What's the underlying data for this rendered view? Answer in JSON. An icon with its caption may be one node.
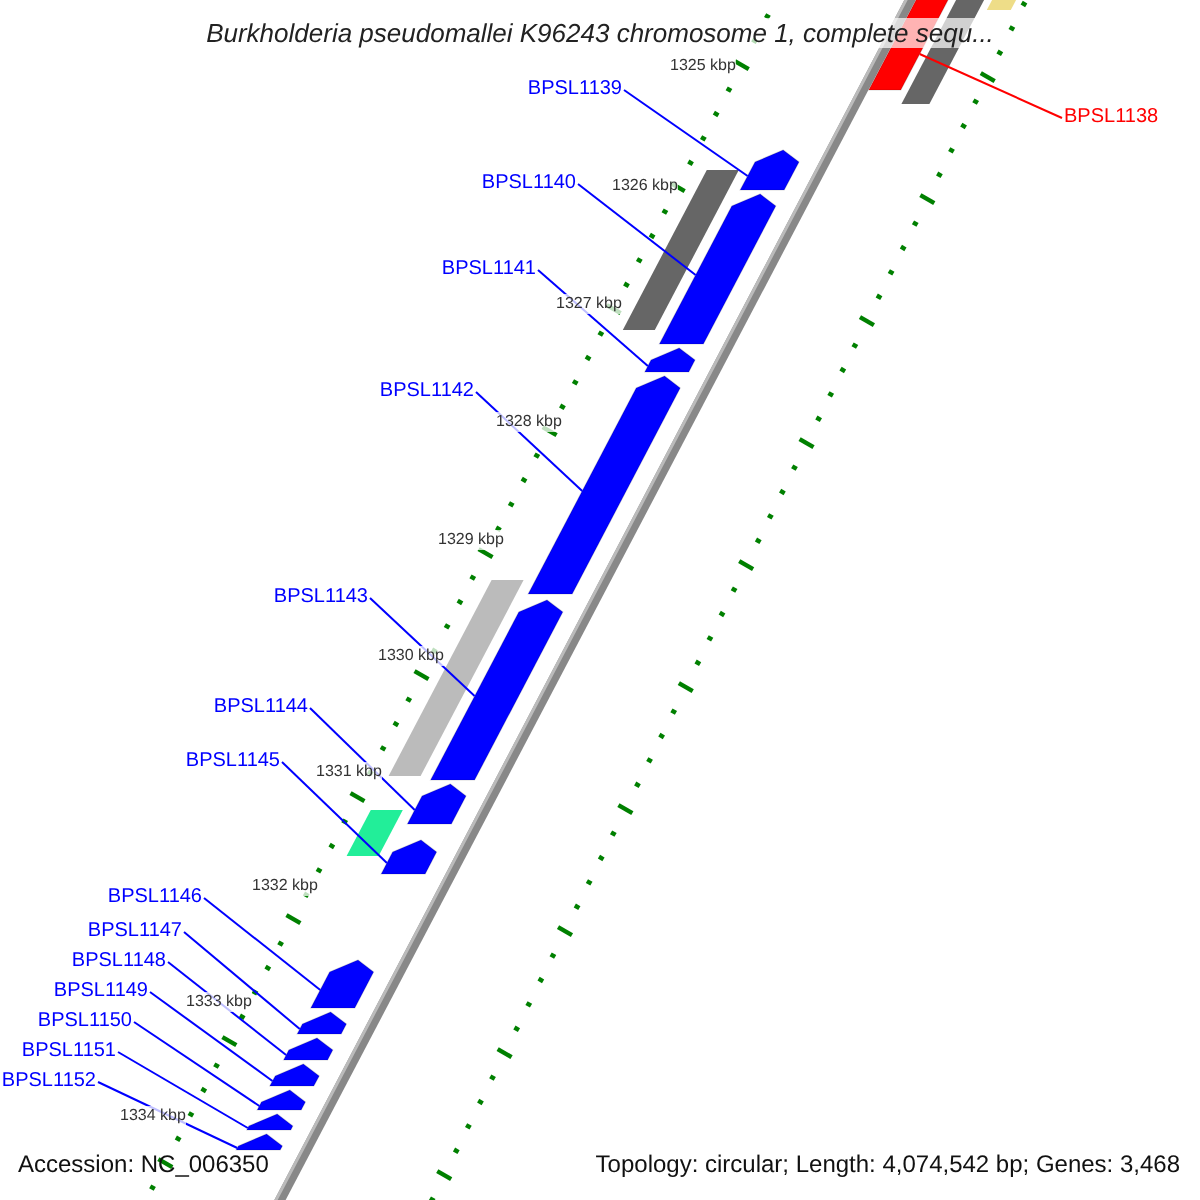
{
  "diagram": {
    "title": "Burkholderia pseudomallei K96243 chromosome 1, complete sequ...",
    "nodes": [
      {
        "text": [
          "BPSL1139"
        ]
      },
      {
        "text": [
          "BPSL1138"
        ]
      },
      {
        "text": [
          "BPSL1140"
        ]
      },
      {
        "text": [
          "BPSL1141"
        ]
      },
      {
        "text": [
          "BPSL1142"
        ]
      },
      {
        "text": [
          "BPSL1143"
        ]
      },
      {
        "text": [
          "BPSL1144"
        ]
      },
      {
        "text": [
          "BPSL1145"
        ]
      },
      {
        "text": [
          "BPSL1146"
        ]
      },
      {
        "text": [
          "BPSL1147"
        ]
      },
      {
        "text": [
          "BPSL1148"
        ]
      },
      {
        "text": [
          "BPSL1149"
        ]
      },
      {
        "text": [
          "BPSL1150"
        ]
      },
      {
        "text": [
          "BPSL1151"
        ]
      },
      {
        "text": [
          "BPSL1152"
        ]
      },
      {
        "text": [],
        "shape": "bar"
      },
      {
        "text": [],
        "shape": "bar"
      },
      {
        "text": [],
        "shape": "bar"
      },
      {
        "text": [],
        "shape": "bar"
      },
      {
        "text": [],
        "shape": "bar"
      },
      {
        "text": [],
        "shape": "bar"
      },
      {
        "text": [],
        "shape": "bar"
      },
      {
        "text": [],
        "shape": "bar"
      },
      {
        "text": [],
        "shape": "bar"
      },
      {
        "text": [],
        "shape": "bar"
      },
      {
        "text": [],
        "shape": "bar"
      },
      {
        "text": [],
        "shape": "bar"
      },
      {
        "text": [],
        "shape": "bar"
      },
      {
        "text": [],
        "shape": "bar"
      },
      {
        "text": [],
        "shape": "bar"
      }
    ],
    "edges": [
      {
        "from": 0,
        "to": 16,
        "arrow": "none"
      },
      {
        "from": 1,
        "to": 15,
        "arrow": "none",
        "color": "#ff0000"
      },
      {
        "from": 2,
        "to": 17,
        "arrow": "none"
      },
      {
        "from": 3,
        "to": 18,
        "arrow": "none"
      },
      {
        "from": 4,
        "to": 19,
        "arrow": "none"
      },
      {
        "from": 5,
        "to": 20,
        "arrow": "none"
      },
      {
        "from": 6,
        "to": 21,
        "arrow": "none"
      },
      {
        "from": 7,
        "to": 22,
        "arrow": "none"
      },
      {
        "from": 8,
        "to": 23,
        "arrow": "none"
      },
      {
        "from": 9,
        "to": 24,
        "arrow": "none"
      },
      {
        "from": 10,
        "to": 25,
        "arrow": "none"
      },
      {
        "from": 11,
        "to": 26,
        "arrow": "none"
      },
      {
        "from": 12,
        "to": 27,
        "arrow": "none"
      },
      {
        "from": 13,
        "to": 28,
        "arrow": "none"
      },
      {
        "from": 14,
        "to": 29,
        "arrow": "none"
      }
    ],
    "labels": [
      "1325 kbp",
      "1326 kbp",
      "1327 kbp",
      "1328 kbp",
      "1329 kbp",
      "1330 kbp",
      "1331 kbp",
      "1332 kbp",
      "1333 kbp",
      "1334 kbp",
      "Accession: NC_006350",
      "Topology: circular; Length: 4,074,542 bp; Genes: 3,468"
    ]
  }
}
